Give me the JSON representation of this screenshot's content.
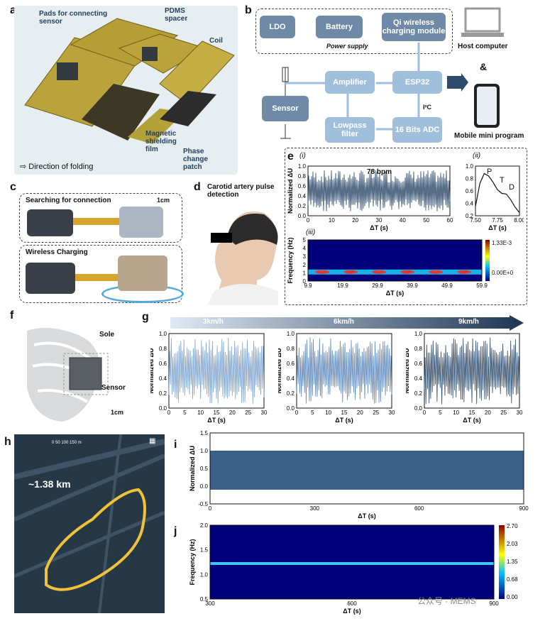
{
  "panels": {
    "a": {
      "letter": "a",
      "pads": "Pads for connecting sensor",
      "pdms": "PDMS spacer",
      "coil": "Coil",
      "magnetic": "Magnetic shielding film",
      "phase": "Phase change patch",
      "folding": "Direction of folding"
    },
    "b": {
      "letter": "b",
      "ldo": "LDO",
      "battery": "Battery",
      "qi": "Qi wireless charging module",
      "power": "Power supply",
      "host": "Host computer",
      "amp": "Amplifier",
      "esp": "ESP32",
      "sensor": "Sensor",
      "lowpass": "Lowpass filter",
      "adc": "16 Bits ADC",
      "i2c": "I²C",
      "amp_sym": "&",
      "mobile": "Mobile mini program"
    },
    "c": {
      "letter": "c",
      "search": "Searching for connection",
      "scale": "1cm",
      "wireless": "Wireless Charging"
    },
    "d": {
      "letter": "d",
      "title": "Carotid artery pulse detection"
    },
    "e": {
      "letter": "e",
      "i": "(i)",
      "ii": "(ii)",
      "iii": "(iii)",
      "bpm": "78 bpm",
      "p": "P",
      "t": "T",
      "d": "D",
      "cb_max": "1.33E-3",
      "cb_min": "0.00E+0"
    },
    "f": {
      "letter": "f",
      "sole": "Sole",
      "sensor": "Sensor",
      "scale": "1cm"
    },
    "g": {
      "letter": "g",
      "s1": "3km/h",
      "s2": "6km/h",
      "s3": "9km/h"
    },
    "h": {
      "letter": "h",
      "dist": "~1.38 km",
      "scale": "0   50   100   150 m"
    },
    "i": {
      "letter": "i"
    },
    "j": {
      "letter": "j"
    },
    "watermark": "公众号 · MEMS"
  },
  "chart_data": [
    {
      "id": "e-i",
      "type": "line",
      "xlabel": "ΔT (s)",
      "ylabel": "Normalized ΔU",
      "xlim": [
        0,
        60
      ],
      "ylim": [
        0.0,
        1.0
      ],
      "xticks": [
        "0",
        "10",
        "20",
        "30",
        "40",
        "50",
        "60"
      ],
      "yticks": [
        "0.0",
        "0.2",
        "0.4",
        "0.6",
        "0.8",
        "1.0"
      ]
    },
    {
      "id": "e-ii",
      "type": "line",
      "xlabel": "ΔT (s)",
      "ylabel": "Normalized ΔU",
      "xlim": [
        7.5,
        8.0
      ],
      "ylim": [
        0.2,
        1.0
      ],
      "xticks": [
        "7.50",
        "7.75",
        "8.00"
      ],
      "yticks": [
        "0.2",
        "0.4",
        "0.6",
        "0.8",
        "1.0"
      ],
      "x": [
        7.5,
        7.55,
        7.6,
        7.65,
        7.7,
        7.75,
        7.8,
        7.85,
        7.9,
        7.95,
        8.0
      ],
      "y": [
        0.35,
        0.72,
        0.88,
        0.84,
        0.74,
        0.62,
        0.56,
        0.55,
        0.46,
        0.34,
        0.25
      ]
    },
    {
      "id": "e-iii",
      "type": "heatmap",
      "xlabel": "ΔT (s)",
      "ylabel": "Frequency (Hz)",
      "xticks": [
        "9.9",
        "19.9",
        "29.9",
        "39.9",
        "49.9",
        "59.9"
      ],
      "yticks": [
        "0",
        "1",
        "2",
        "3",
        "4",
        "5"
      ]
    },
    {
      "id": "g1",
      "type": "line",
      "xlabel": "ΔT (s)",
      "ylabel": "Normalized ΔU",
      "xlim": [
        0,
        30
      ],
      "ylim": [
        0.0,
        1.0
      ],
      "xticks": [
        "0",
        "5",
        "10",
        "15",
        "20",
        "25",
        "30"
      ],
      "yticks": [
        "0.0",
        "0.2",
        "0.4",
        "0.6",
        "0.8",
        "1.0"
      ]
    },
    {
      "id": "g2",
      "type": "line",
      "xlabel": "ΔT (s)",
      "ylabel": "Normalized ΔU",
      "xlim": [
        0,
        30
      ],
      "ylim": [
        0.0,
        1.0
      ],
      "xticks": [
        "0",
        "5",
        "10",
        "15",
        "20",
        "25",
        "30"
      ],
      "yticks": [
        "0.0",
        "0.2",
        "0.4",
        "0.6",
        "0.8",
        "1.0"
      ]
    },
    {
      "id": "g3",
      "type": "line",
      "xlabel": "ΔT (s)",
      "ylabel": "Normalized ΔU",
      "xlim": [
        0,
        30
      ],
      "ylim": [
        0.0,
        1.0
      ],
      "xticks": [
        "0",
        "5",
        "10",
        "15",
        "20",
        "25",
        "30"
      ],
      "yticks": [
        "0.0",
        "0.2",
        "0.4",
        "0.6",
        "0.8",
        "1.0"
      ]
    },
    {
      "id": "i",
      "type": "area",
      "xlabel": "ΔT (s)",
      "ylabel": "Normalized ΔU",
      "xlim": [
        0,
        900
      ],
      "ylim": [
        -0.5,
        1.5
      ],
      "xticks": [
        "0",
        "300",
        "600",
        "900"
      ],
      "yticks": [
        "-0.5",
        "0.0",
        "0.5",
        "1.0",
        "1.5"
      ]
    },
    {
      "id": "j",
      "type": "heatmap",
      "xlabel": "ΔT (s)",
      "ylabel": "Frequency (Hz)",
      "xticks": [
        "300",
        "600",
        "900"
      ],
      "yticks": [
        "0.5",
        "1.0",
        "1.5",
        "2.0"
      ],
      "cbticks": [
        "2.70",
        "2.03",
        "1.35",
        "0.68",
        "0.00"
      ]
    }
  ],
  "colors": {
    "dark": "#2d4a6b",
    "mid": "#5f87b8",
    "light": "#9fbfdb",
    "pane": "#d9e6ef"
  }
}
